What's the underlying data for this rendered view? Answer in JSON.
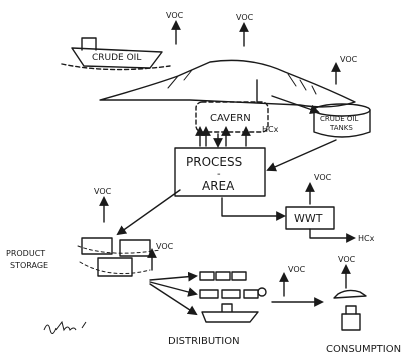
{
  "labels": {
    "crude_oil": "CRUDE OIL",
    "cavern": "CAVERN",
    "hcx_cavern": "HCx",
    "crude_oil_tanks_line1": "CRUDE OIL",
    "crude_oil_tanks_line2": "TANKS",
    "process_line1": "PROCESS",
    "process_dash": "-",
    "process_line2": "AREA",
    "wwt": "WWT",
    "hcx_wwt": "HCx",
    "product_storage_line1": "PRODUCT",
    "product_storage_line2": "STORAGE",
    "distribution": "DISTRIBUTION",
    "consumption": "CONSUMPTION",
    "voc_ship": "VOC",
    "voc_hill": "VOC",
    "voc_tanks": "VOC",
    "voc_wwt": "VOC",
    "voc_storage_top": "VOC",
    "voc_storage_side": "VOC",
    "voc_distribution": "VOC",
    "voc_consumption": "VOC"
  },
  "signature": "J. Finch",
  "colors": {
    "ink": "#1a1a1a",
    "paper": "#ffffff"
  }
}
